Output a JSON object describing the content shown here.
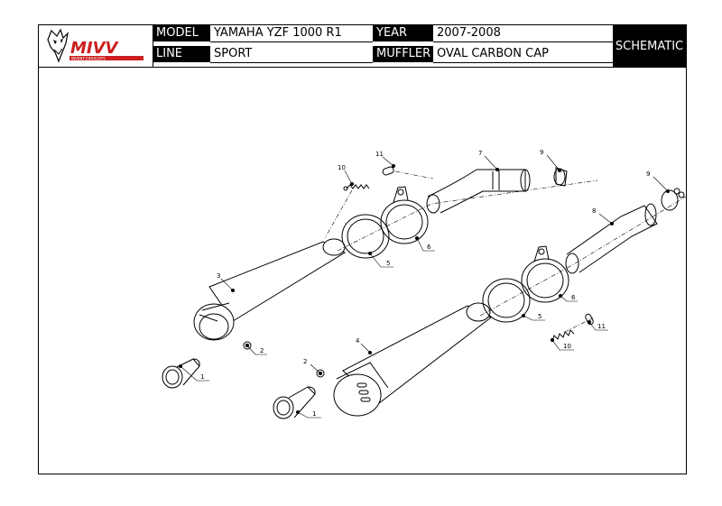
{
  "header": {
    "model_label": "MODEL",
    "model_value": "YAMAHA YZF 1000 R1",
    "year_label": "YEAR",
    "year_value": "2007-2008",
    "line_label": "LINE",
    "line_value": "SPORT",
    "muffler_label": "MUFFLER",
    "muffler_value": "OVAL CARBON CAP",
    "schematic_label": "SCHEMATIC"
  },
  "logo": {
    "brand": "MIVV",
    "tagline": "INVENT EXHAUSTS",
    "brand_color": "#cc1f1f"
  },
  "part_numbers": [
    "1",
    "2",
    "3",
    "4",
    "5",
    "6",
    "7",
    "8",
    "9",
    "10",
    "11"
  ]
}
